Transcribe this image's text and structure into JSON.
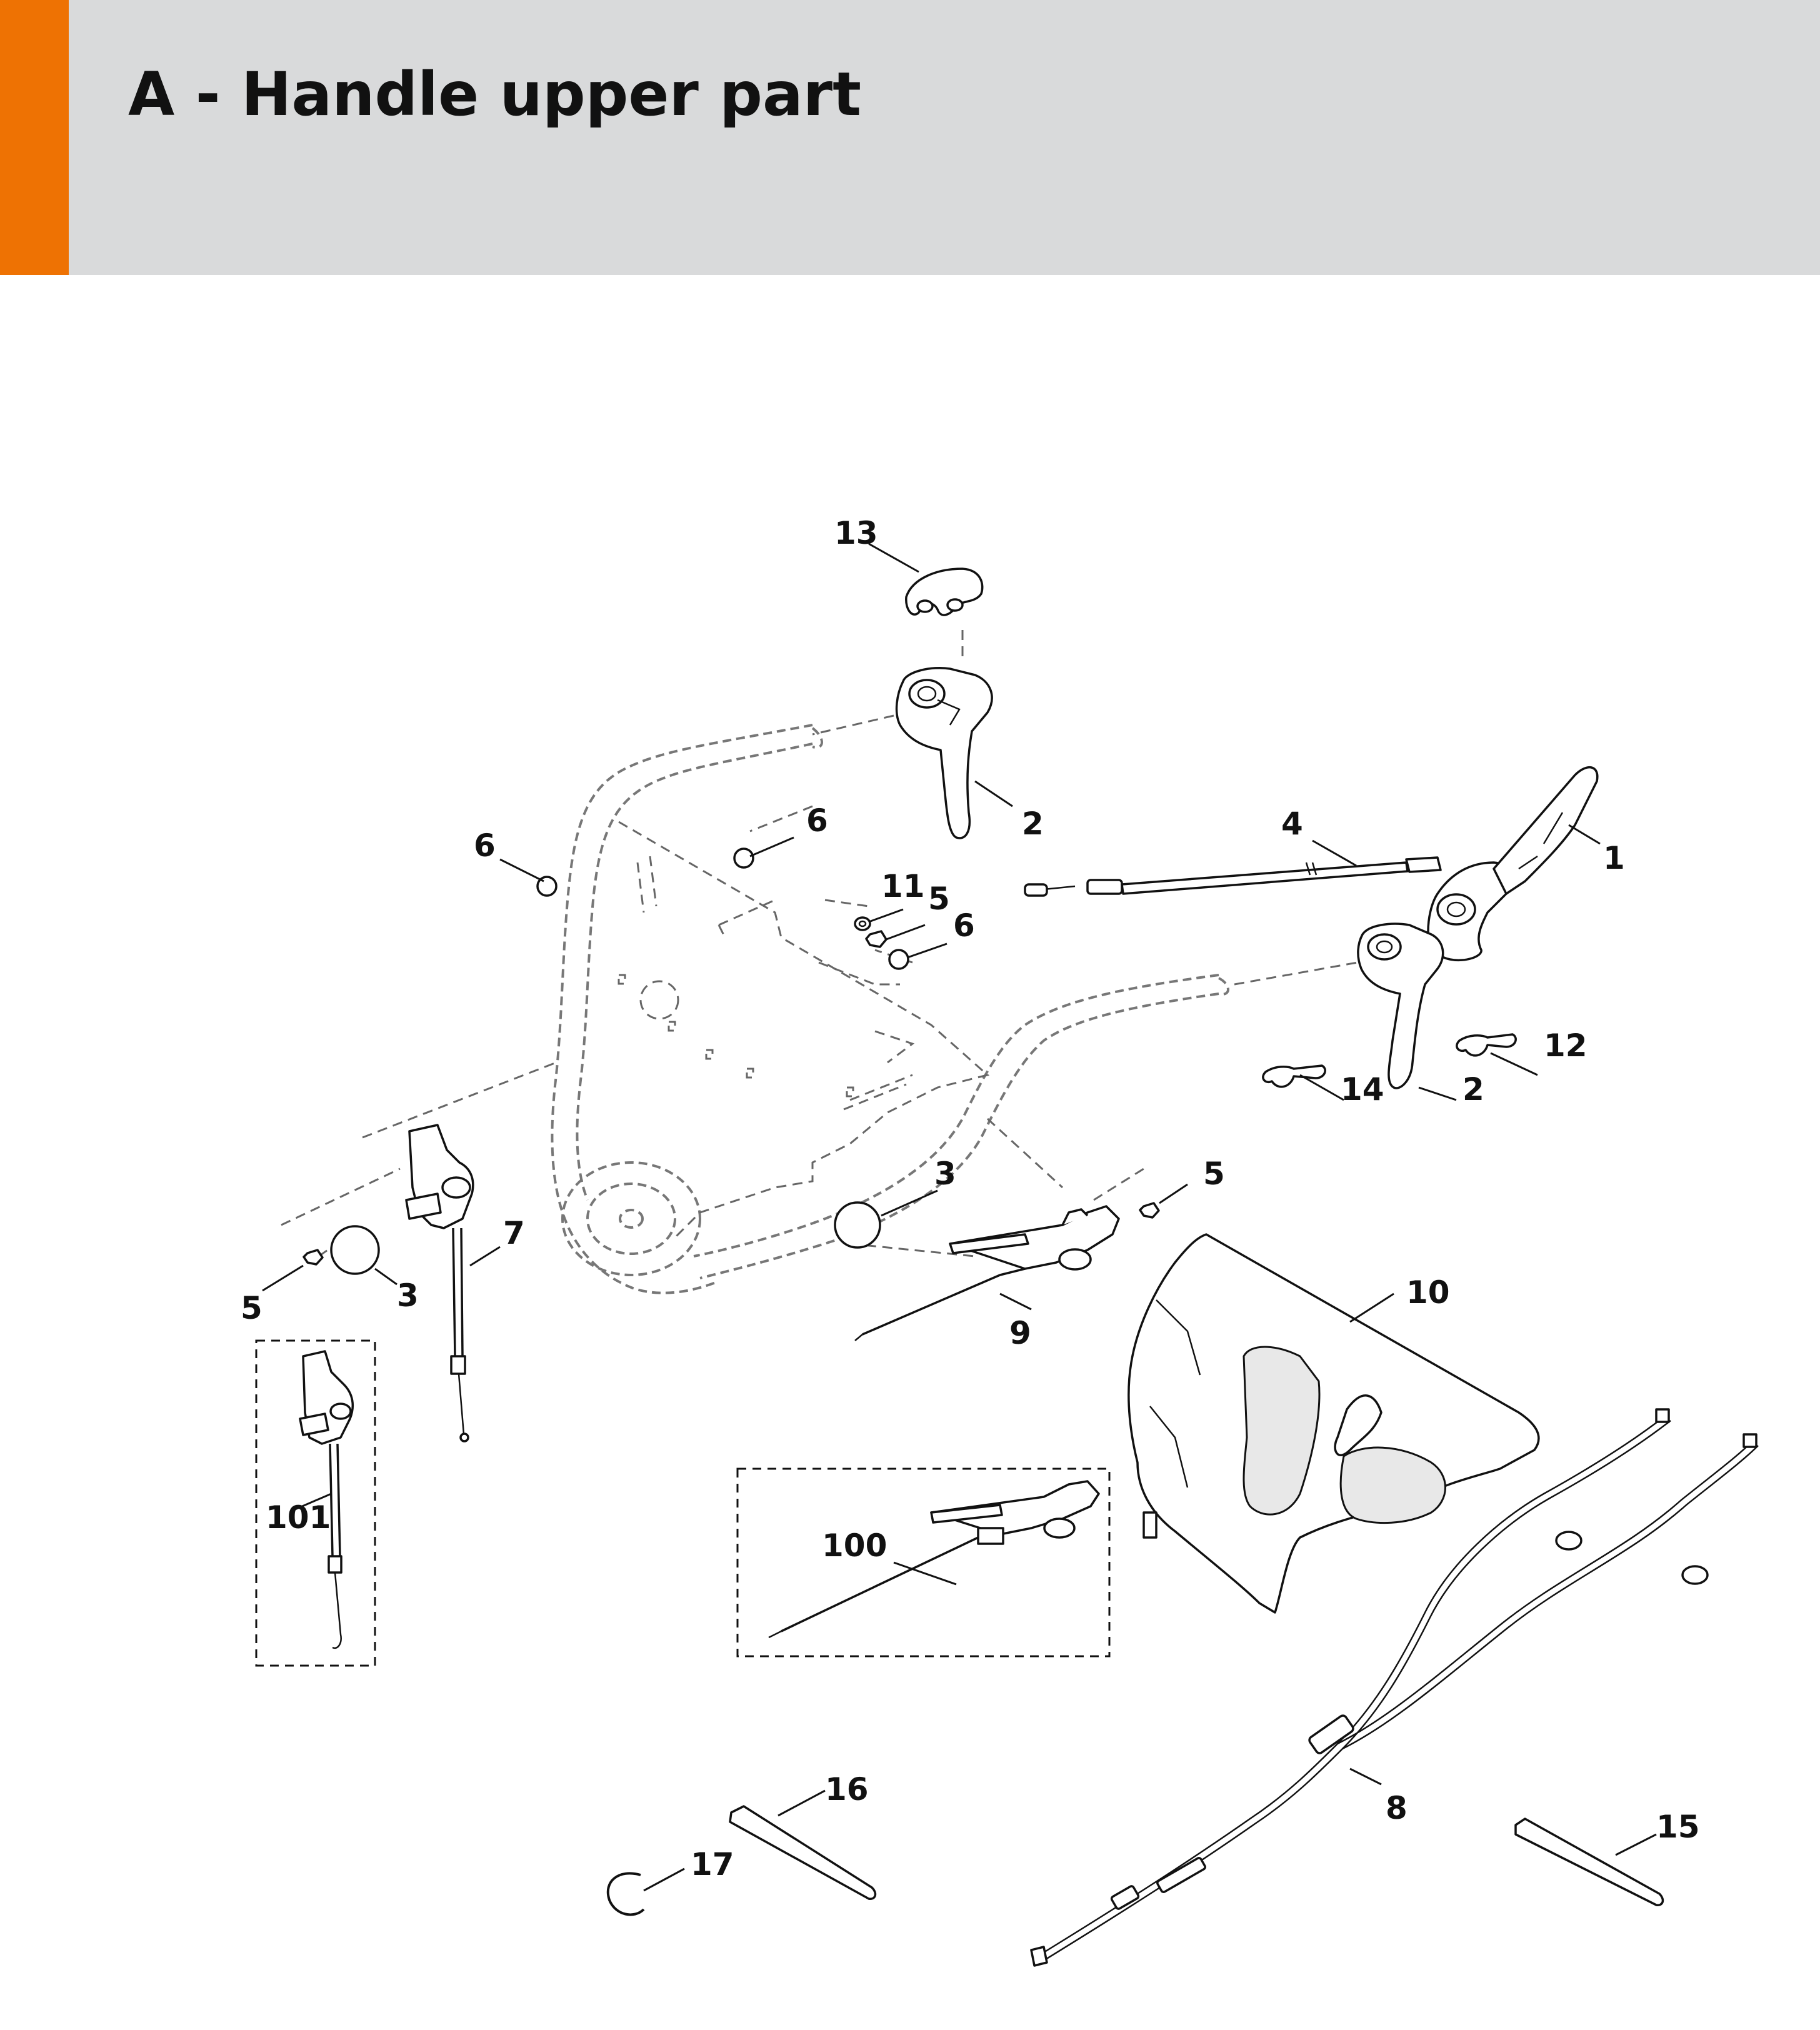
{
  "header": {
    "title": "A - Handle upper part",
    "accent_color": "#ee7203",
    "background_color": "#d9dadb"
  },
  "callouts": {
    "c1": "1",
    "c2a": "2",
    "c2b": "2",
    "c3a": "3",
    "c3b": "3",
    "c4": "4",
    "c5a": "5",
    "c5b": "5",
    "c5c": "5",
    "c6a": "6",
    "c6b": "6",
    "c6c": "6",
    "c7": "7",
    "c8": "8",
    "c9": "9",
    "c10": "10",
    "c11": "11",
    "c12": "12",
    "c13": "13",
    "c14": "14",
    "c15": "15",
    "c16": "16",
    "c17": "17",
    "c100": "100",
    "c101": "101"
  }
}
